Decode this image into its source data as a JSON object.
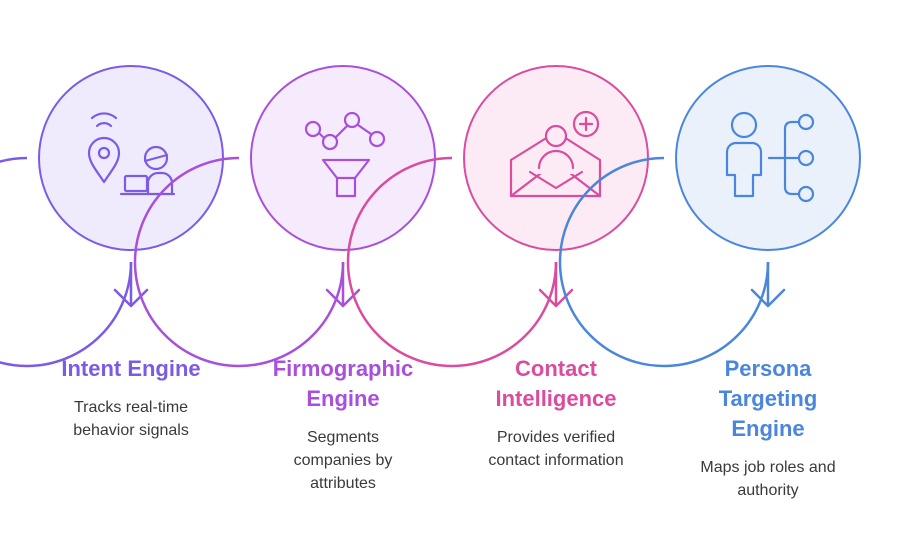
{
  "steps": [
    {
      "title_lines": [
        "Intent Engine"
      ],
      "desc_lines": [
        "Tracks real-time",
        "behavior signals"
      ],
      "icon": "location-pin-person-laptop-icon",
      "color": "#7B5BE6",
      "fill": "#EFEBFC"
    },
    {
      "title_lines": [
        "Firmographic",
        "Engine"
      ],
      "desc_lines": [
        "Segments",
        "companies by",
        "attributes"
      ],
      "icon": "funnel-network-icon",
      "color": "#A84FDC",
      "fill": "#F6EBFC"
    },
    {
      "title_lines": [
        "Contact",
        "Intelligence"
      ],
      "desc_lines": [
        "Provides verified",
        "contact information"
      ],
      "icon": "envelope-add-contact-icon",
      "color": "#D94C9E",
      "fill": "#FCEBF4"
    },
    {
      "title_lines": [
        "Persona",
        "Targeting",
        "Engine"
      ],
      "desc_lines": [
        "Maps job roles and",
        "authority"
      ],
      "icon": "person-hierarchy-icon",
      "color": "#4A86DB",
      "fill": "#EAF1FB"
    }
  ]
}
